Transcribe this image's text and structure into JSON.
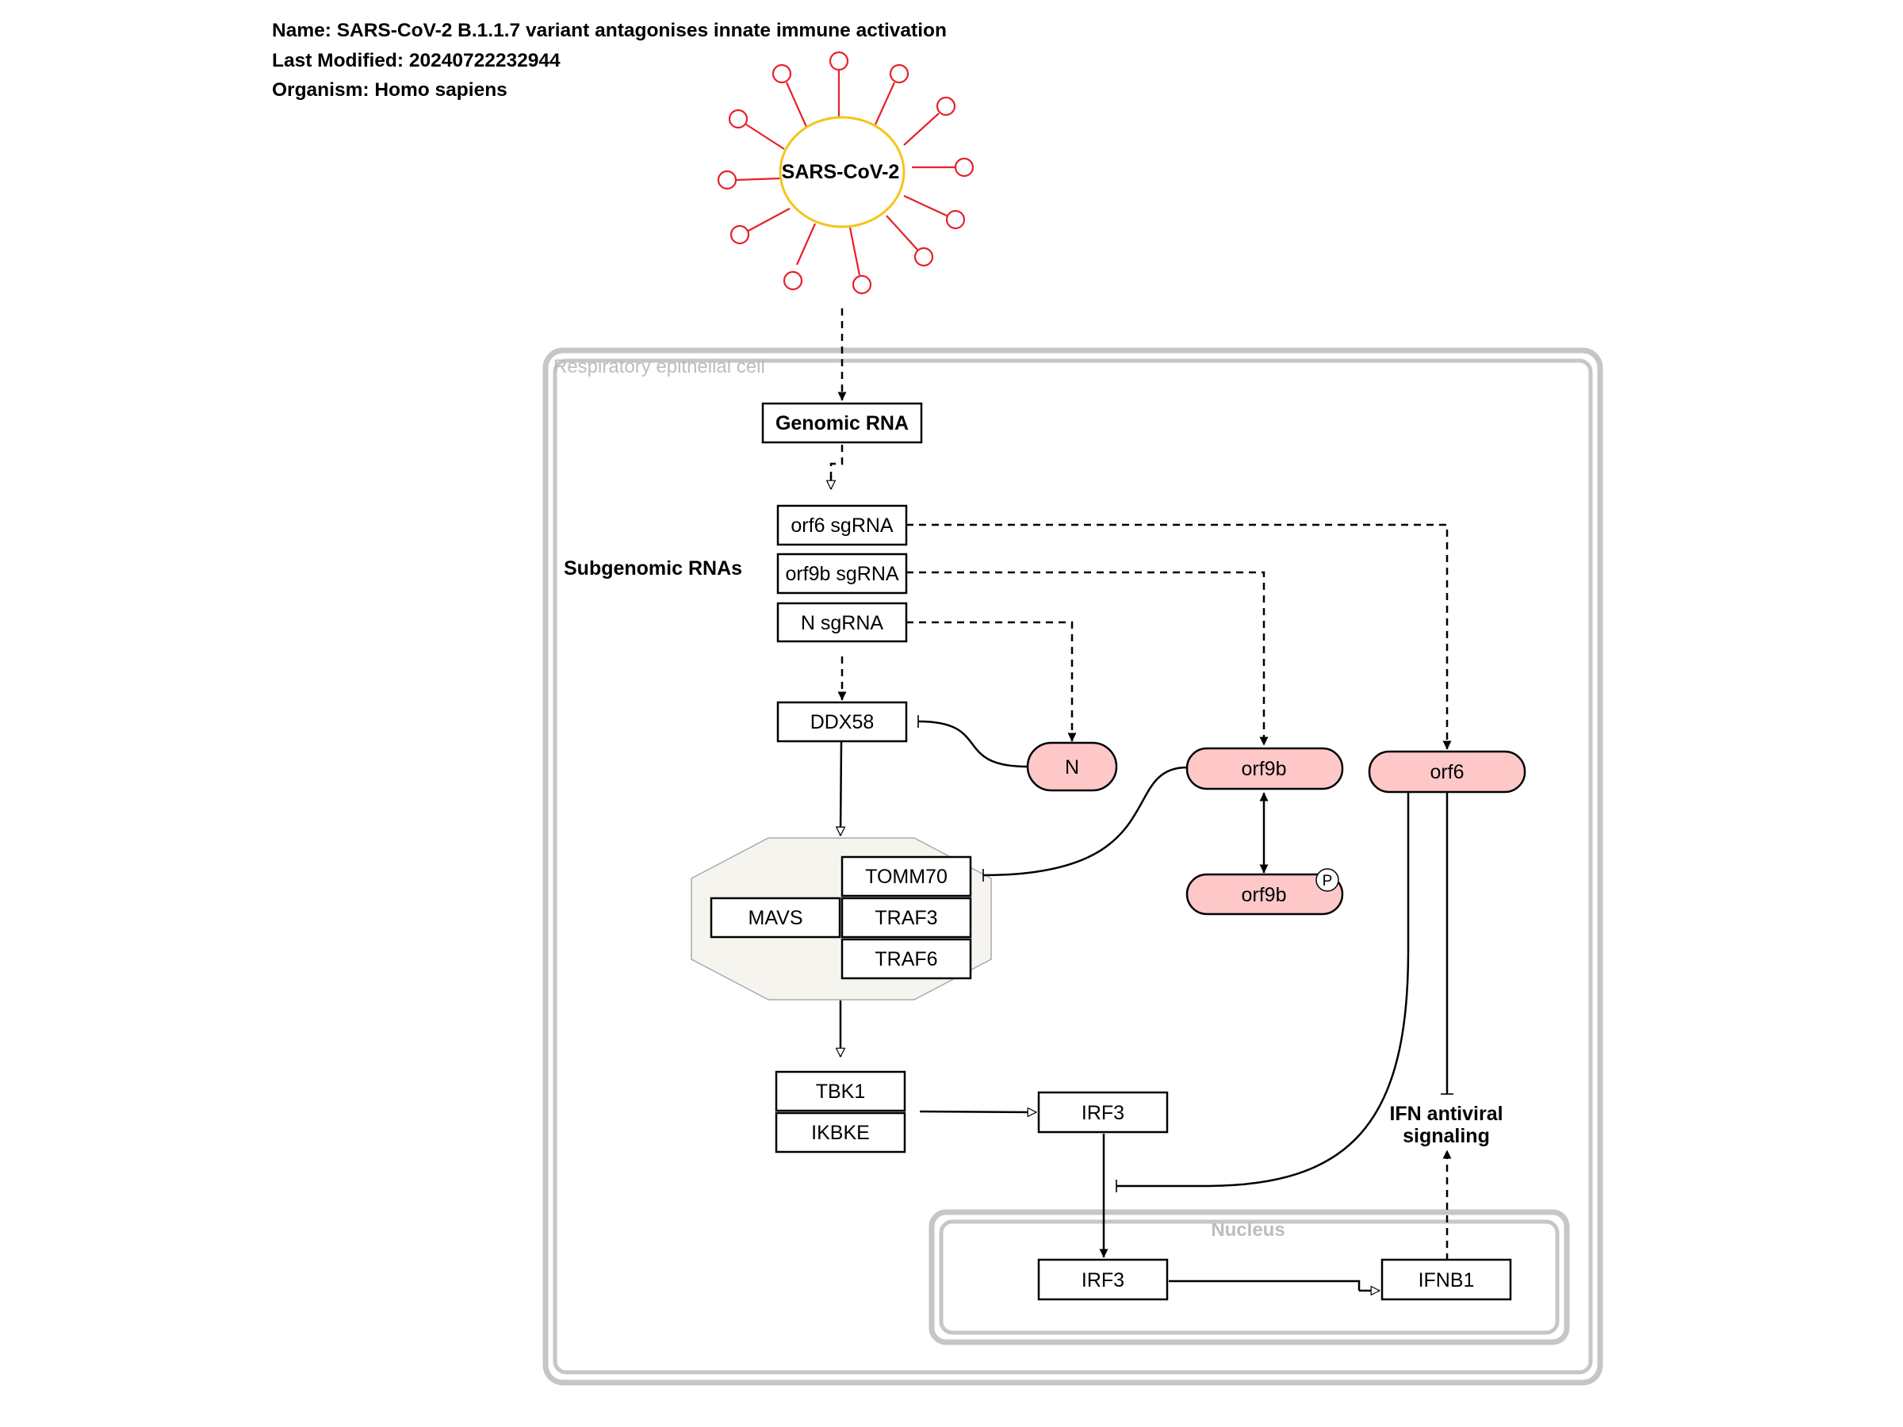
{
  "header": {
    "name": "Name: SARS-CoV-2 B.1.1.7 variant antagonises innate immune activation",
    "last_modified": "Last Modified: 20240722232944",
    "organism": "Organism: Homo sapiens"
  },
  "virus": {
    "label": "SARS-CoV-2",
    "membrane_color": "#f5c518",
    "spike_color": "#e8202a"
  },
  "compartments": {
    "cell": "Respiratory epithelial cell",
    "nucleus": "Nucleus"
  },
  "group_labels": {
    "subgenomic": "Subgenomic RNAs"
  },
  "nodes": {
    "genomic_rna": "Genomic RNA",
    "orf6_sgrna": "orf6 sgRNA",
    "orf9b_sgrna": "orf9b sgRNA",
    "n_sgrna": "N sgRNA",
    "ddx58": "DDX58",
    "n_protein": "N",
    "orf9b": "orf9b",
    "orf9b_p": "orf9b",
    "phospho": "P",
    "orf6": "orf6",
    "mavs": "MAVS",
    "tomm70": "TOMM70",
    "traf3": "TRAF3",
    "traf6": "TRAF6",
    "tbk1": "TBK1",
    "ikbke": "IKBKE",
    "irf3_cyto": "IRF3",
    "irf3_nuc": "IRF3",
    "ifnb1": "IFNB1",
    "ifn_line1": "IFN antiviral",
    "ifn_line2": "signaling"
  },
  "colors": {
    "viral_protein_fill": "#ffc8c8",
    "complex_fill": "#f5f4ee",
    "compartment": "#c6c6c6"
  }
}
